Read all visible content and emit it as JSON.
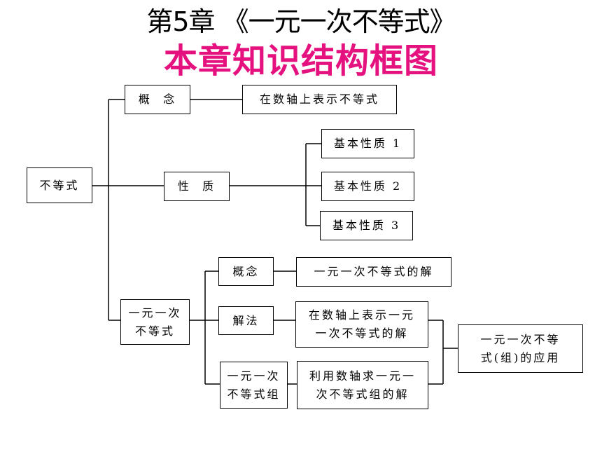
{
  "header": {
    "title": "第5章 《一元一次不等式》",
    "subtitle": "本章知识结构框图"
  },
  "nodes": {
    "root": "不等式",
    "concept": "概  念",
    "concept_detail": "在数轴上表示不等式",
    "property": "性  质",
    "property_1": "基本性质 1",
    "property_2": "基本性质 2",
    "property_3": "基本性质 3",
    "linear": "一元一次\n不等式",
    "linear_concept": "概念",
    "linear_concept_detail": "一元一次不等式的解",
    "solution_method": "解法",
    "solution_method_detail": "在数轴上表示一元\n一次不等式的解",
    "linear_system": "一元一次\n不等式组",
    "linear_system_detail": "利用数轴求一元一\n次不等式组的解",
    "application": "一元一次不等\n式(组)的应用"
  },
  "colors": {
    "subtitle": "#e4117f",
    "line": "#000000"
  }
}
